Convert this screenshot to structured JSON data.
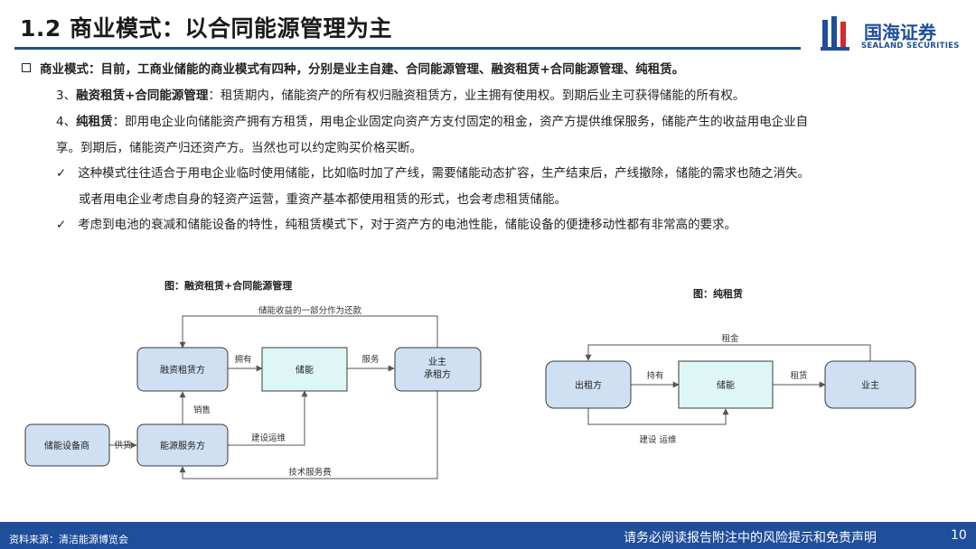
{
  "header": {
    "title": "1.2 商业模式：以合同能源管理为主",
    "logo_cn": "国海证券",
    "logo_en": "SEALAND SECURITIES"
  },
  "body": {
    "line1": "商业模式：目前，工商业储能的商业模式有四种，分别是业主自建、合同能源管理、融资租赁+合同能源管理、纯租赁。",
    "line2_prefix": "3、",
    "line2_bold": "融资租赁+合同能源管理",
    "line2_rest": "：租赁期内，储能资产的所有权归融资租赁方，业主拥有使用权。到期后业主可获得储能的所有权。",
    "line3_prefix": "4、",
    "line3_bold": "纯租赁",
    "line3_rest": "：即用电企业向储能资产拥有方租赁，用电企业固定向资产方支付固定的租金，资产方提供维保服务，储能产生的收益用电企业自",
    "line4": "享。到期后，储能资产归还资产方。当然也可以约定购买价格买断。",
    "check1_a": "这种模式往往适合于用电企业临时使用储能，比如临时加了产线，需要储能动态扩容，生产结束后，产线撤除，储能的需求也随之消失。",
    "check1_b": "或者用电企业考虑自身的轻资产运营，重资产基本都使用租赁的形式，也会考虑租赁储能。",
    "check2": "考虑到电池的衰减和储能设备的特性，纯租赁模式下，对于资产方的电池性能，储能设备的便捷移动性都有非常高的要求。",
    "check_mark": "✓"
  },
  "diagram_left": {
    "caption": "图：融资租赁+合同能源管理",
    "nodes": {
      "leasing": "融资租赁方",
      "storage": "储能",
      "owner_1": "业主",
      "owner_2": "承租方",
      "equipment": "储能设备商",
      "energy_service": "能源服务方"
    },
    "edges": {
      "revenue_share": "储能收益的一部分作为还款",
      "own": "拥有",
      "service": "服务",
      "sell": "销售",
      "supply": "供货",
      "build_operate": "建设运维",
      "tech_fee": "技术服务费"
    }
  },
  "diagram_right": {
    "caption": "图：纯租赁",
    "nodes": {
      "lessor": "出租方",
      "storage": "储能",
      "owner": "业主"
    },
    "edges": {
      "rent": "租金",
      "hold": "持有",
      "lease": "租赁",
      "build_operate": "建设 运维"
    }
  },
  "footer": {
    "source": "资料来源：清洁能源博览会",
    "disclaimer": "请务必阅读报告附注中的风险提示和免责声明",
    "page": "10"
  },
  "colors": {
    "brand_blue": "#1f4e9b",
    "node_blue": "#cfe0f3",
    "node_cyan": "#dff6f6"
  }
}
